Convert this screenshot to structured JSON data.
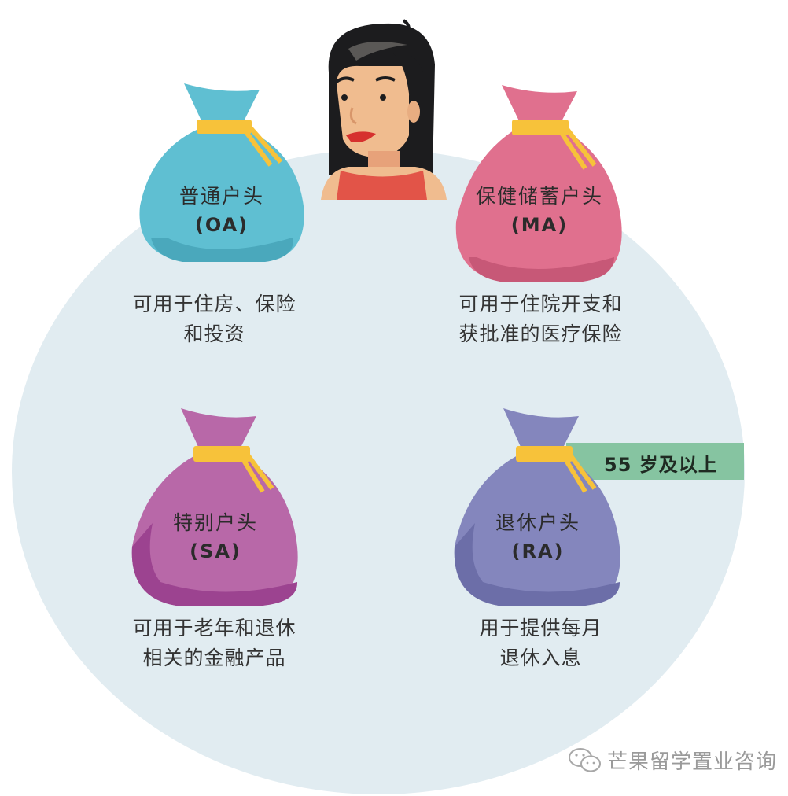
{
  "diagram": {
    "person": {
      "icon": "woman-avatar"
    },
    "accounts": [
      {
        "id": "oa",
        "name": "普通户头",
        "code": "(OA)",
        "color": "#5fbfd2",
        "shade": "#4aa8bc",
        "description_lines": [
          "可用于住房、保险",
          "和投资"
        ]
      },
      {
        "id": "ma",
        "name": "保健储蓄户头",
        "code": "(MA)",
        "color": "#e0708e",
        "shade": "#c75877",
        "description_lines": [
          "可用于住院开支和",
          "获批准的医疗保险"
        ]
      },
      {
        "id": "sa",
        "name": "特别户头",
        "code": "(SA)",
        "color": "#b868a8",
        "shade": "#9c4390",
        "description_lines": [
          "可用于老年和退休",
          "相关的金融产品"
        ]
      },
      {
        "id": "ra",
        "name": "退休户头",
        "code": "(RA)",
        "color": "#8486bd",
        "shade": "#6c6ea8",
        "description_lines": [
          "用于提供每月",
          "退休入息"
        ]
      }
    ],
    "ra_badge": {
      "label": "55 岁及以上",
      "color": "#86c4a1"
    },
    "tie_color": "#f7c23a",
    "background_circle_color": "#e1ecf1"
  },
  "watermark": {
    "icon": "wechat-icon",
    "text": "芒果留学置业咨询"
  }
}
